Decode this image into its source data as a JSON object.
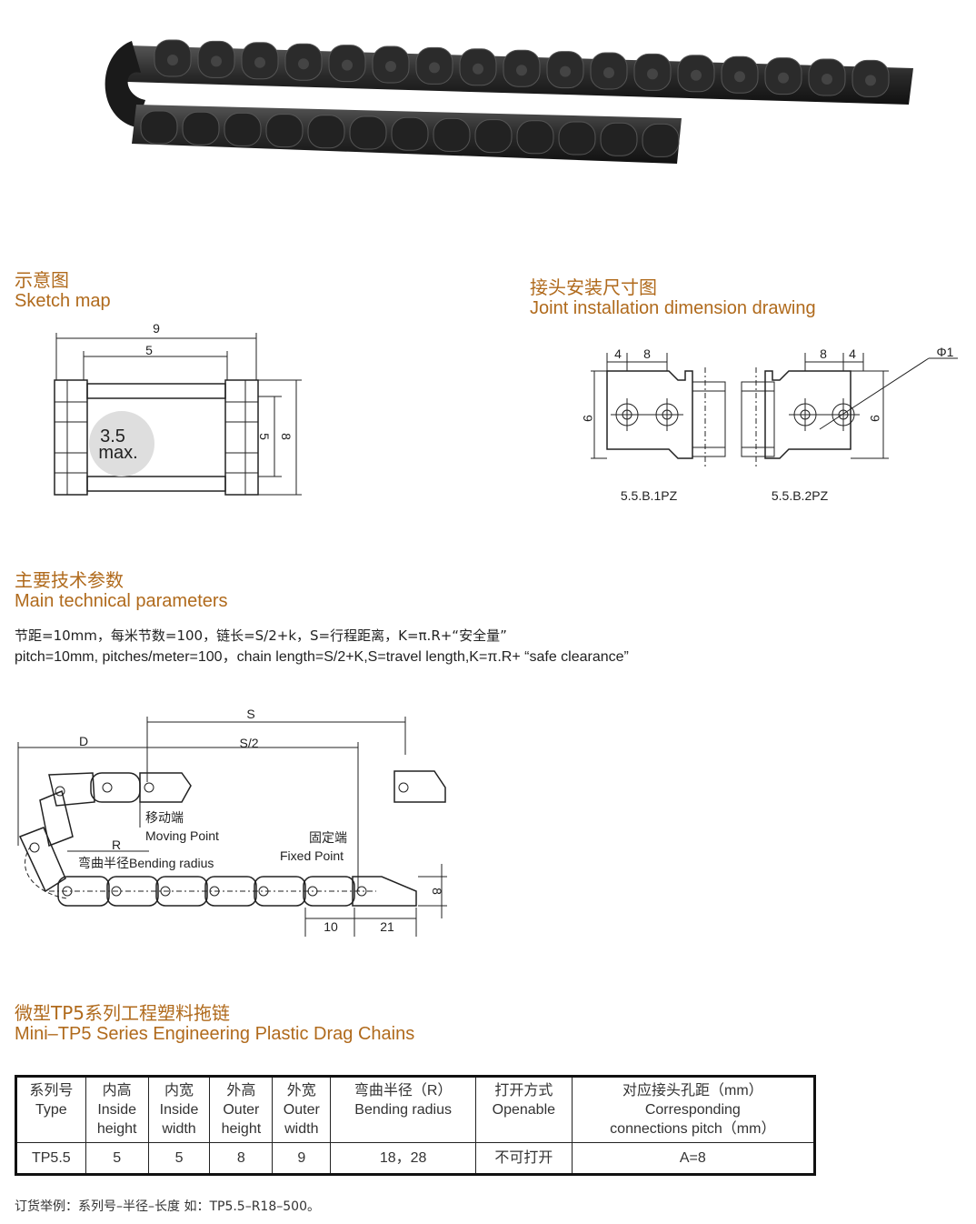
{
  "sections": {
    "sketch": {
      "cn": "示意图",
      "en": "Sketch map"
    },
    "joint": {
      "cn": "接头安装尺寸图",
      "en": "Joint installation dimension drawing"
    },
    "params": {
      "cn": "主要技术参数",
      "en": "Main technical parameters"
    },
    "series": {
      "cn": "微型TP5系列工程塑料拖链",
      "en": "Mini–TP5 Series Engineering Plastic Drag Chains"
    }
  },
  "sketch": {
    "dim_outer": "9",
    "dim_inner": "5",
    "dim_h_inner": "5",
    "dim_h_outer": "8",
    "radius_line1": "3.5",
    "radius_line2": "max."
  },
  "joint": {
    "d1": "4",
    "d2": "8",
    "d3": "8",
    "d4": "4",
    "dia": "Φ1",
    "h_left": "9",
    "h_right": "9",
    "label_left": "5.5.B.1PZ",
    "label_right": "5.5.B.2PZ"
  },
  "params_text": {
    "cn": "节距=10mm，每米节数=100，链长=S/2+k，S=行程距离，K=π.R+“安全量”",
    "en": "pitch=10mm, pitches/meter=100，chain length=S/2+K,S=travel length,K=π.R+ “safe clearance”"
  },
  "layout_drawing": {
    "S": "S",
    "S2": "S/2",
    "D": "D",
    "R": "R",
    "moving_cn": "移动端",
    "moving_en": "Moving Point",
    "bend_cn_en": "弯曲半径Bending radius",
    "fixed_cn": "固定端",
    "fixed_en": "Fixed Point",
    "dim_10": "10",
    "dim_21": "21",
    "dim_8": "8"
  },
  "table": {
    "headers": [
      [
        "系列号",
        "Type",
        ""
      ],
      [
        "内高",
        "Inside",
        "height"
      ],
      [
        "内宽",
        "Inside",
        "width"
      ],
      [
        "外高",
        "Outer",
        "height"
      ],
      [
        "外宽",
        "Outer",
        "width"
      ],
      [
        "弯曲半径（R）",
        "Bending radius",
        ""
      ],
      [
        "打开方式",
        "Openable",
        ""
      ],
      [
        "对应接头孔距（mm）",
        "Corresponding",
        "connections pitch（mm）"
      ]
    ],
    "rows": [
      [
        "TP5.5",
        "5",
        "5",
        "8",
        "9",
        "18，28",
        "不可打开",
        "A=8"
      ]
    ]
  },
  "order_example": "订货举例：系列号–半径–长度 如：TP5.5–R18–500。"
}
